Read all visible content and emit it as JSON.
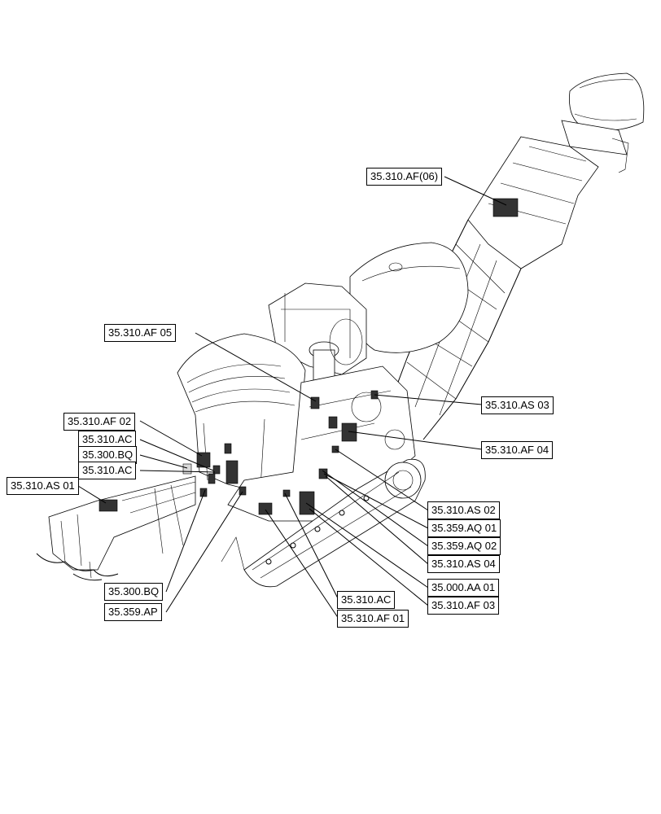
{
  "callouts": {
    "af06": "35.310.AF(06)",
    "af05": "35.310.AF 05",
    "as03": "35.310.AS 03",
    "af02": "35.310.AF 02",
    "ac_a": "35.310.AC",
    "bq_a": "35.300.BQ",
    "ac_b": "35.310.AC",
    "af04": "35.310.AF 04",
    "as01": "35.310.AS 01",
    "as02": "35.310.AS 02",
    "aq01": "35.359.AQ 01",
    "aq02": "35.359.AQ 02",
    "as04": "35.310.AS 04",
    "aa01": "35.000.AA 01",
    "af03": "35.310.AF 03",
    "bq_b": "35.300.BQ",
    "ap": "35.359.AP",
    "ac_c": "35.310.AC",
    "af01": "35.310.AF 01"
  }
}
